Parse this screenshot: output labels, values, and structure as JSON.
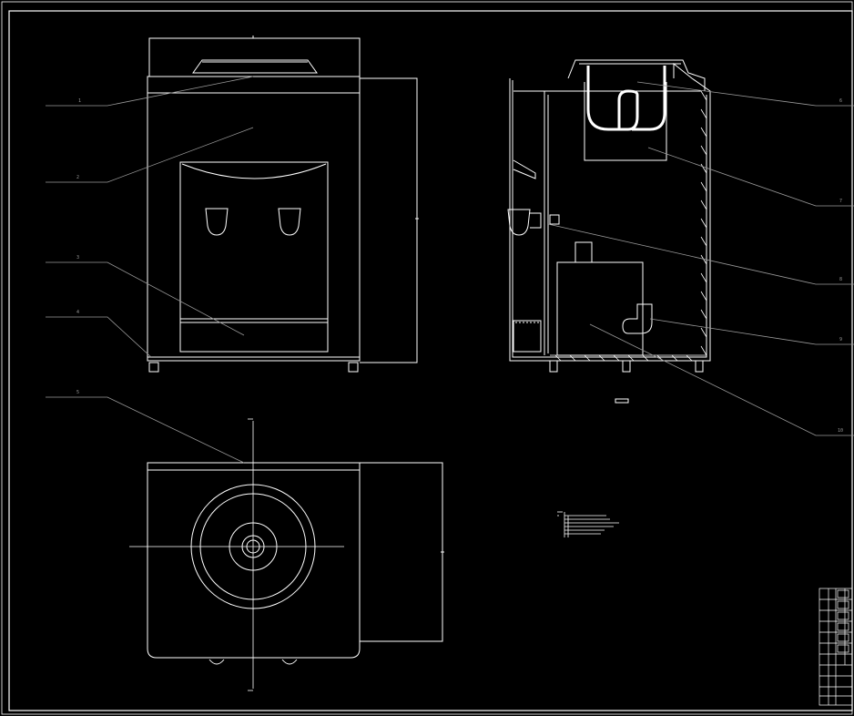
{
  "colors": {
    "background": "#000000",
    "line": "#ffffff",
    "leader": "#9a9a9a"
  },
  "callouts_left": [
    "1",
    "2",
    "3",
    "4",
    "5"
  ],
  "callouts_right": [
    "6",
    "7",
    "8",
    "9",
    "10"
  ]
}
